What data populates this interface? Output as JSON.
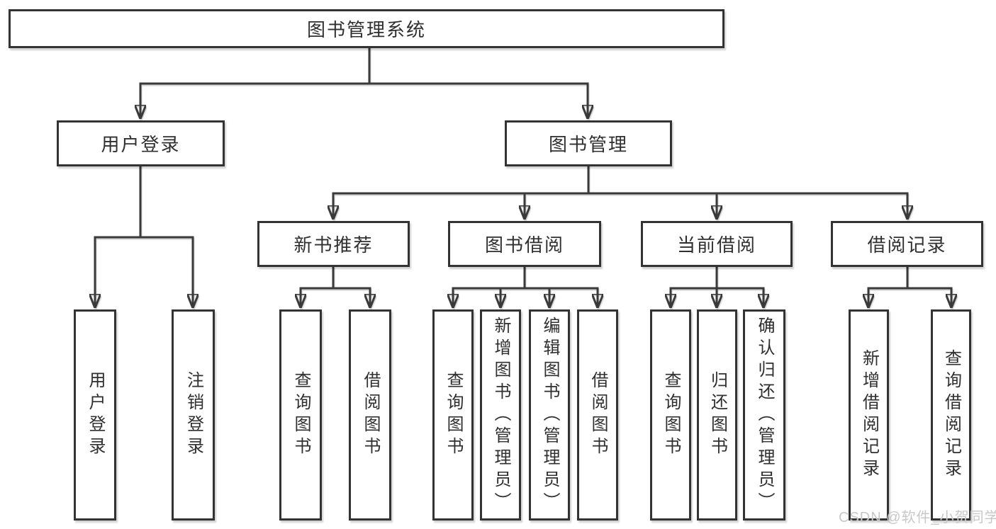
{
  "colors": {
    "line": "#3a3a3a",
    "box_border": "#333333",
    "text": "#2f2f2f",
    "watermark": "#c8c8c8",
    "background": "#ffffff"
  },
  "tree": {
    "root": {
      "label": "图书管理系统"
    },
    "children": [
      {
        "label": "用户登录",
        "children": [
          {
            "label": "用户登录"
          },
          {
            "label": "注销登录"
          }
        ]
      },
      {
        "label": "图书管理",
        "children": [
          {
            "label": "新书推荐",
            "children": [
              {
                "label": "查询图书"
              },
              {
                "label": "借阅图书"
              }
            ]
          },
          {
            "label": "图书借阅",
            "children": [
              {
                "label": "查询图书"
              },
              {
                "label": "新增图书（管理员）"
              },
              {
                "label": "编辑图书（管理员）"
              },
              {
                "label": "借阅图书"
              }
            ]
          },
          {
            "label": "当前借阅",
            "children": [
              {
                "label": "查询图书"
              },
              {
                "label": "归还图书"
              },
              {
                "label": "确认归还（管理员）"
              }
            ]
          },
          {
            "label": "借阅记录",
            "children": [
              {
                "label": "新增借阅记录"
              },
              {
                "label": "查询借阅记录"
              }
            ]
          }
        ]
      }
    ]
  },
  "watermark": {
    "text": "CSDN @软件_小贺同学"
  }
}
